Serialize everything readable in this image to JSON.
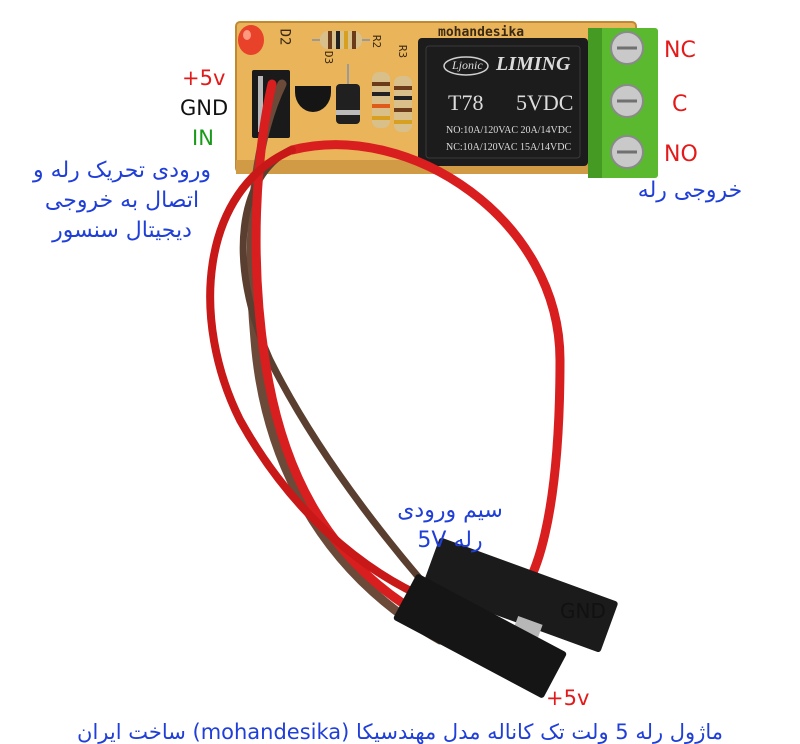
{
  "pcb": {
    "brand": "mohandesika",
    "silkscreen_d2": "D2",
    "silkscreen_d3": "D3",
    "silkscreen_r2": "R2",
    "silkscreen_r3": "R3"
  },
  "relay": {
    "logo": "Ljonic",
    "brand": "LIMING",
    "model": "T78",
    "voltage": "5VDC",
    "rating_no": "NO:10A/120VAC  20A/14VDC",
    "rating_nc": "NC:10A/120VAC  15A/14VDC"
  },
  "header_labels": {
    "vcc": "+5v",
    "gnd": "GND",
    "in": "IN"
  },
  "input_description": [
    "ورودی تحریک رله و",
    "اتصال به خروجی",
    "دیجیتال سنسور"
  ],
  "terminal_labels": {
    "nc": "NC",
    "c": "C",
    "no": "NO"
  },
  "output_description": "خروجی رله",
  "power_wire_description": [
    "سیم ورودی",
    "5V رله"
  ],
  "connector_labels": {
    "gnd": "GND",
    "vcc": "+5v"
  },
  "footer_caption": "ماژول رله 5 ولت تک کاناله مدل مهندسیکا (mohandesika) ساخت ایران",
  "colors": {
    "pcb": "#e9b45a",
    "relay": "#1c1c1c",
    "terminal": "#5ab92e",
    "red_wire": "#d81e1e",
    "brown_wire": "#6b4a3a",
    "label_red": "#e41a1a",
    "label_green": "#1a9a1a",
    "label_blue": "#1f3fd8"
  }
}
